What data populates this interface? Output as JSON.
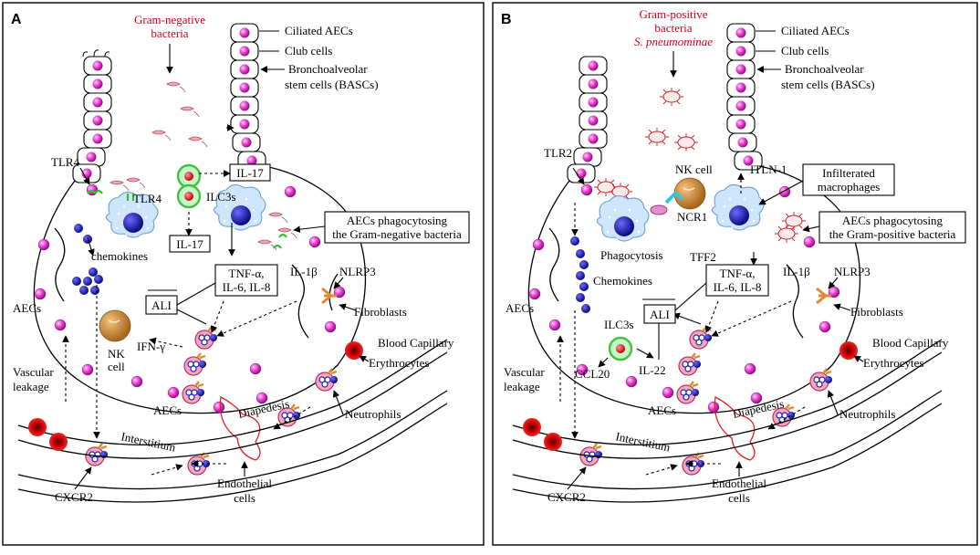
{
  "colors": {
    "accent_red": "#d0021b",
    "nucleus_magenta": "#e020c8",
    "chemokine_blue": "#1a1aa8",
    "neutrophil_pink": "#f4a8bc",
    "macrophage_light_blue": "#a8d0f0",
    "ilc_green": "#4cc84c",
    "receptor_orange": "#e8a040",
    "nk_brown": "#c88a3c"
  },
  "panelA": {
    "letter": "A",
    "bacteria_title_1": "Gram-negative",
    "bacteria_title_2": "bacteria",
    "labels": {
      "ciliated": "Ciliated AECs",
      "club": "Club cells",
      "basc1": "Bronchoalveolar",
      "basc2": "stem cells (BASCs)",
      "tlr4_left": "TLR4",
      "tlr4_mac": "TLR4",
      "il17_top": "IL-17",
      "ilc3s": "ILC3s",
      "il17_mid": "IL-17",
      "chemokines": "chemokines",
      "aecs_phago_1": "AECs phagocytosing",
      "aecs_phago_2": "the Gram-negative bacteria",
      "tnf_1": "TNF-α,",
      "tnf_2": "IL-6, IL-8",
      "il1b": "IL-1β",
      "nlrp3": "NLRP3",
      "ali": "ALI",
      "aecs_left": "AECs",
      "fibroblasts": "Fibroblasts",
      "nk_1": "NK",
      "nk_2": "cell",
      "ifn": "IFN-γ",
      "blood_capillary": "Blood Capillary",
      "erythrocytes": "Erythrocytes",
      "vascular_1": "Vascular",
      "vascular_2": "leakage",
      "aecs_bottom": "AECs",
      "diapedesis": "Diapedesis",
      "neutrophils": "Neutrophils",
      "interstitium": "Interstitium",
      "cxcr2": "CXCR2",
      "endothelial_1": "Endothelial",
      "endothelial_2": "cells"
    }
  },
  "panelB": {
    "letter": "B",
    "bacteria_title_1": "Gram-positive",
    "bacteria_title_2": "bacteria",
    "bacteria_title_3": "S. pneumominae",
    "labels": {
      "ciliated": "Ciliated AECs",
      "club": "Club cells",
      "basc1": "Bronchoalveolar",
      "basc2": "stem cells (BASCs)",
      "tlr2": "TLR2",
      "nk_cell": "NK cell",
      "ncr1": "NCR1",
      "itln": "ITLN-1",
      "infiltrated_1": "Infilterated",
      "infiltrated_2": "macrophages",
      "aecs_phago_1": "AECs phagocytosing",
      "aecs_phago_2": "the Gram-positive bacteria",
      "phagocytosis": "Phagocytosis",
      "tff2": "TFF2",
      "chemokines": "Chemokines",
      "tnf_1": "TNF-α,",
      "tnf_2": "IL-6, IL-8",
      "il1b": "IL-1β",
      "nlrp3": "NLRP3",
      "ali": "ALI",
      "aecs_left": "AECs",
      "fibroblasts": "Fibroblasts",
      "ilc3s": "ILC3s",
      "ccl20": "CCL20",
      "il22": "IL-22",
      "blood_capillary": "Blood Capillary",
      "erythrocytes": "Erythrocytes",
      "vascular_1": "Vascular",
      "vascular_2": "leakage",
      "aecs_bottom": "AECs",
      "diapedesis": "Diapedesis",
      "neutrophils": "Neutrophils",
      "interstitium": "Interstitium",
      "cxcr2": "CXCR2",
      "endothelial_1": "Endothelial",
      "endothelial_2": "cells"
    }
  }
}
